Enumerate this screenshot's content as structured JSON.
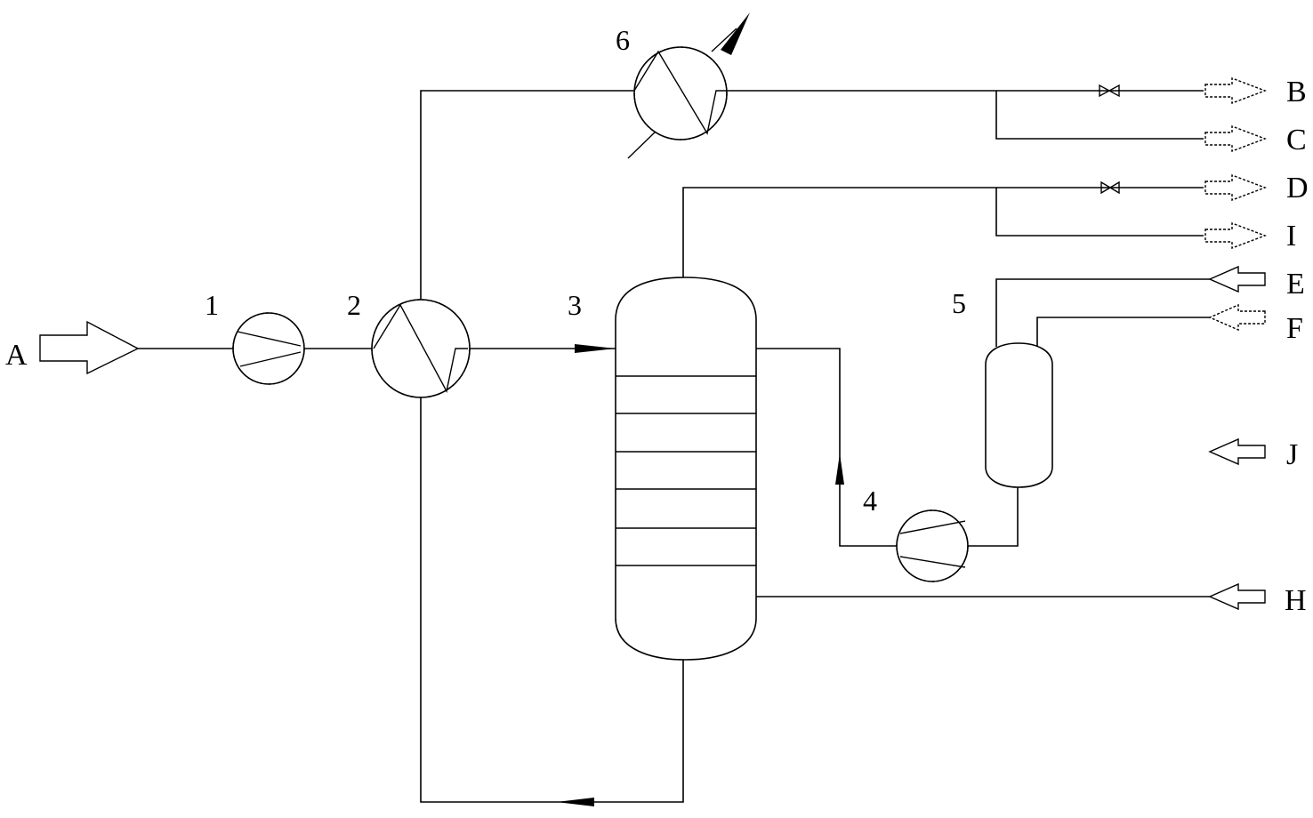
{
  "equipment_numbers": {
    "n1": "1",
    "n2": "2",
    "n3": "3",
    "n4": "4",
    "n5": "5",
    "n6": "6"
  },
  "streams": {
    "A": "A",
    "B": "B",
    "C": "C",
    "D": "D",
    "I": "I",
    "E": "E",
    "F": "F",
    "J": "J",
    "H": "H"
  },
  "colors": {
    "line": "#000000",
    "background": "#ffffff"
  }
}
